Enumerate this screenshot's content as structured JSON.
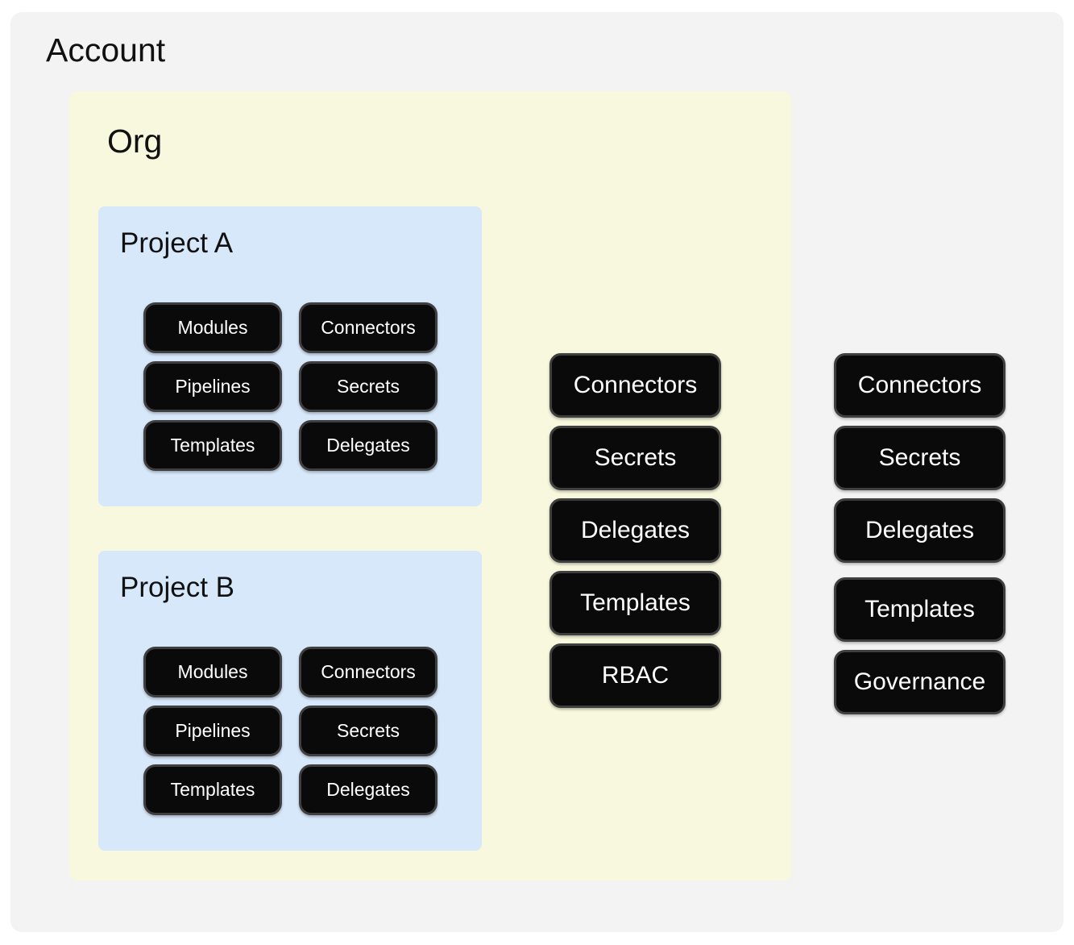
{
  "account": {
    "title": "Account",
    "resources": [
      "Connectors",
      "Secrets",
      "Delegates",
      "Templates",
      "Governance"
    ],
    "org": {
      "title": "Org",
      "resources": [
        "Connectors",
        "Secrets",
        "Delegates",
        "Templates",
        "RBAC"
      ],
      "projects": [
        {
          "title": "Project A",
          "resources": [
            "Modules",
            "Connectors",
            "Pipelines",
            "Secrets",
            "Templates",
            "Delegates"
          ]
        },
        {
          "title": "Project B",
          "resources": [
            "Modules",
            "Connectors",
            "Pipelines",
            "Secrets",
            "Templates",
            "Delegates"
          ]
        }
      ]
    }
  },
  "colors": {
    "account_bg": "#f3f3f4",
    "org_bg": "#f7f8dd",
    "project_bg": "#d8e8fb",
    "node_bg": "#0a0a0a",
    "node_border": "#3f3f3f",
    "node_text": "#ffffff",
    "title_text": "#111111"
  }
}
